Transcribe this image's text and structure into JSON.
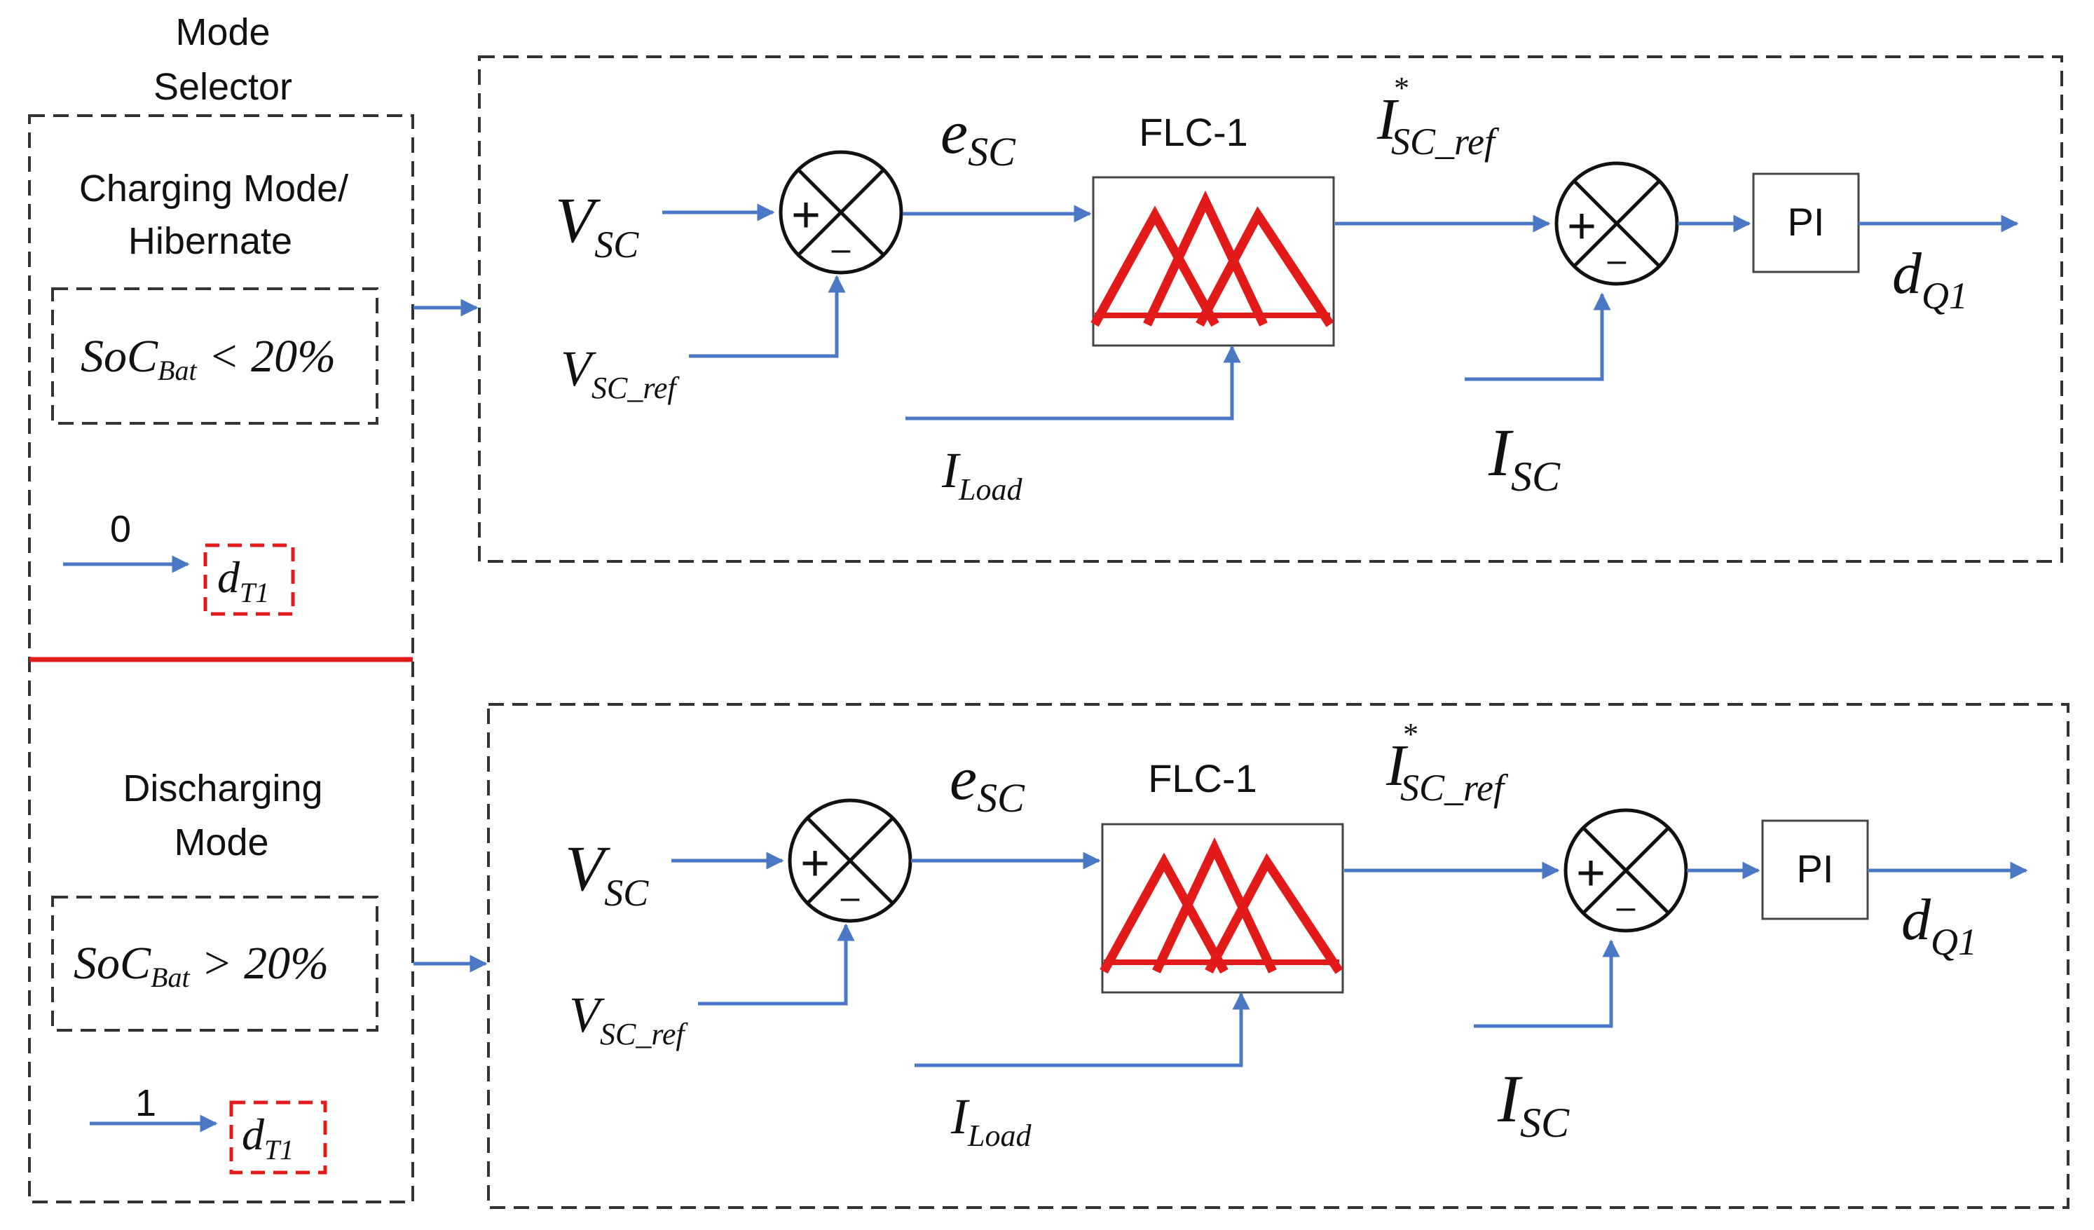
{
  "mode_selector": {
    "title_line1": "Mode",
    "title_line2": "Selector",
    "charging": {
      "label_line1": "Charging Mode/",
      "label_line2": "Hibernate",
      "condition_var": "SoC",
      "condition_sub": "Bat",
      "condition_rest": " < 20%",
      "duty_input_value": "0",
      "duty_var": "d",
      "duty_sub": "T1"
    },
    "discharging": {
      "label_line1": "Discharging",
      "label_line2": "Mode",
      "condition_var": "SoC",
      "condition_sub": "Bat",
      "condition_rest": " > 20%",
      "duty_input_value": "1",
      "duty_var": "d",
      "duty_sub": "T1"
    }
  },
  "controller_top": {
    "input_v": "V",
    "input_v_sub": "SC",
    "ref_v": "V",
    "ref_v_sub": "SC_ref",
    "error": "e",
    "error_sub": "SC",
    "flc_label": "FLC-1",
    "load_i": "I",
    "load_i_sub": "Load",
    "iref": "I",
    "iref_sup": "*",
    "iref_sub": "SC_ref",
    "meas_i": "I",
    "meas_i_sub": "SC",
    "pi_label": "PI",
    "output": "d",
    "output_sub": "Q1",
    "plus": "+",
    "minus": "–"
  },
  "controller_bottom": {
    "input_v": "V",
    "input_v_sub": "SC",
    "ref_v": "V",
    "ref_v_sub": "SC_ref",
    "error": "e",
    "error_sub": "SC",
    "flc_label": "FLC-1",
    "load_i": "I",
    "load_i_sub": "Load",
    "iref": "I",
    "iref_sup": "*",
    "iref_sub": "SC_ref",
    "meas_i": "I",
    "meas_i_sub": "SC",
    "pi_label": "PI",
    "output": "d",
    "output_sub": "Q1",
    "plus": "+",
    "minus": "–"
  },
  "colors": {
    "signal_wire": "#4a78c4",
    "membership_function": "#e21a1a",
    "mode_divider": "#e21a1a",
    "border": "#333333"
  }
}
